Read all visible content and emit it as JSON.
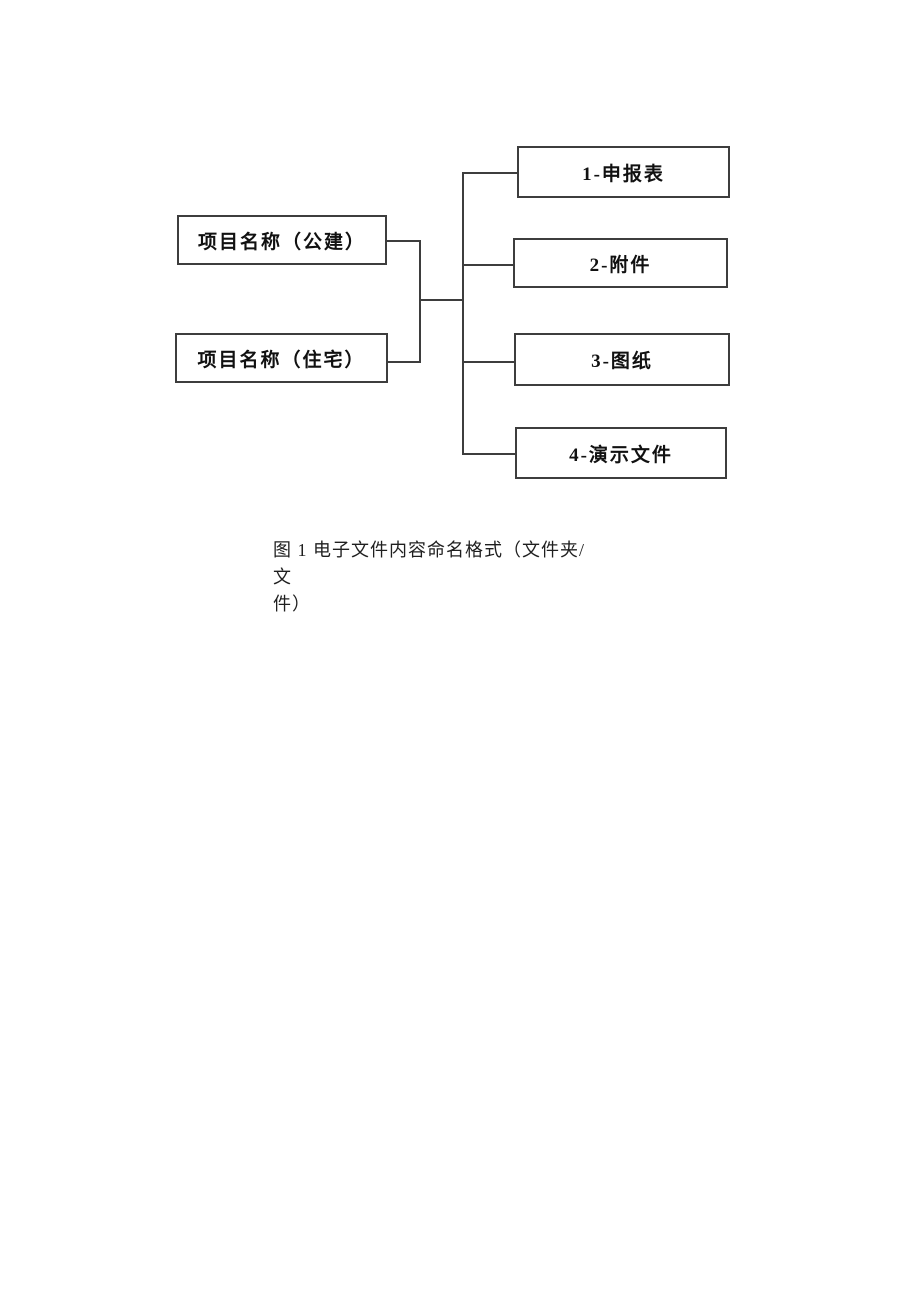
{
  "diagram": {
    "left_nodes": [
      {
        "label": "项目名称（公建）"
      },
      {
        "label": "项目名称（住宅）"
      }
    ],
    "right_nodes": [
      {
        "label": "1-申报表"
      },
      {
        "label": "2-附件"
      },
      {
        "label": "3-图纸"
      },
      {
        "label": "4-演示文件"
      }
    ],
    "caption": {
      "full": "图 1 电子文件内容命名格式（文件夹/文件）",
      "line1": "图 1 电子文件内容命名格式（文件夹/文",
      "line2": "件）"
    },
    "colors": {
      "line": "#3d3d3d",
      "box_border": "#3d3d3d",
      "text": "#111111",
      "background": "#ffffff"
    }
  }
}
